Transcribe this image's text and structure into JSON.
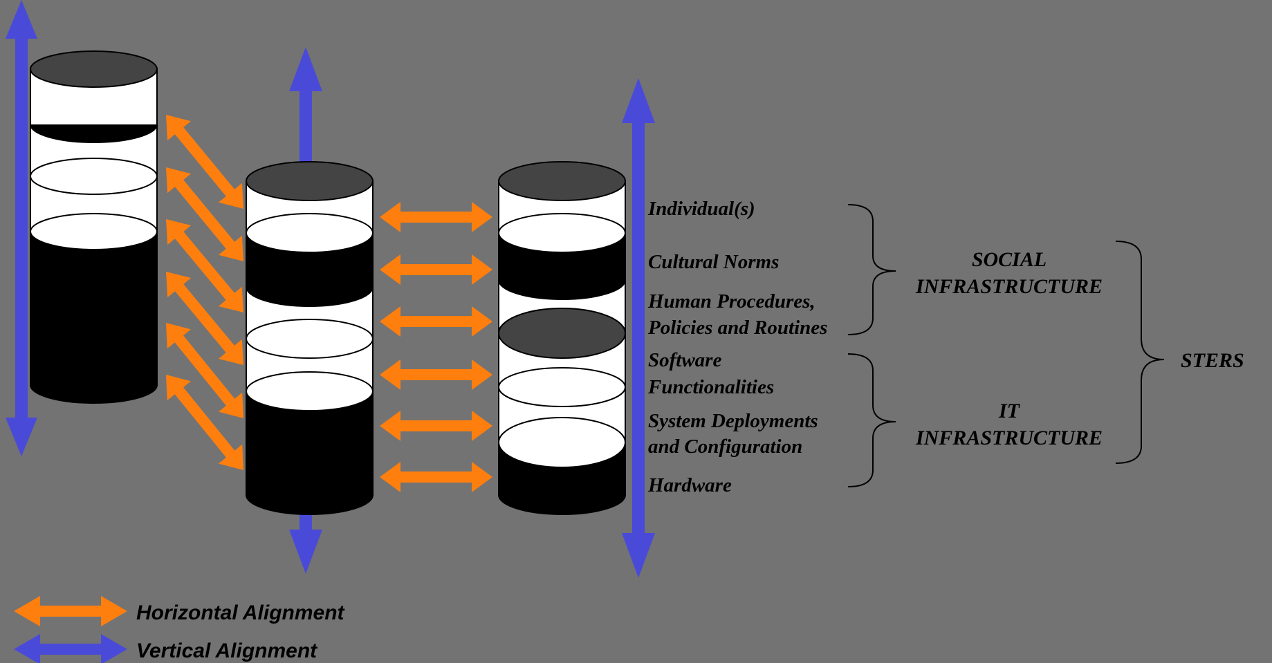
{
  "layers": [
    "Individual(s)",
    "Cultural Norms",
    "Human Procedures,",
    "Policies and Routines",
    "Software",
    "Functionalities",
    "System Deployments",
    "and Configuration",
    "Hardware"
  ],
  "groups": {
    "social": [
      "SOCIAL",
      "INFRASTRUCTURE"
    ],
    "it": [
      "IT",
      "INFRASTRUCTURE"
    ],
    "sters": "STERS"
  },
  "legend": {
    "horizontal": "Horizontal Alignment",
    "vertical": "Vertical Alignment"
  },
  "colors": {
    "background": "#737373",
    "horizontal_arrow": "#FF7F0E",
    "vertical_arrow": "#4A4AD9",
    "cylinder_top": "#444444",
    "band_dark": "#000000",
    "band_light": "#FFFFFF"
  },
  "icons": [
    "double-headed-arrow",
    "cylinder",
    "curly-brace"
  ]
}
